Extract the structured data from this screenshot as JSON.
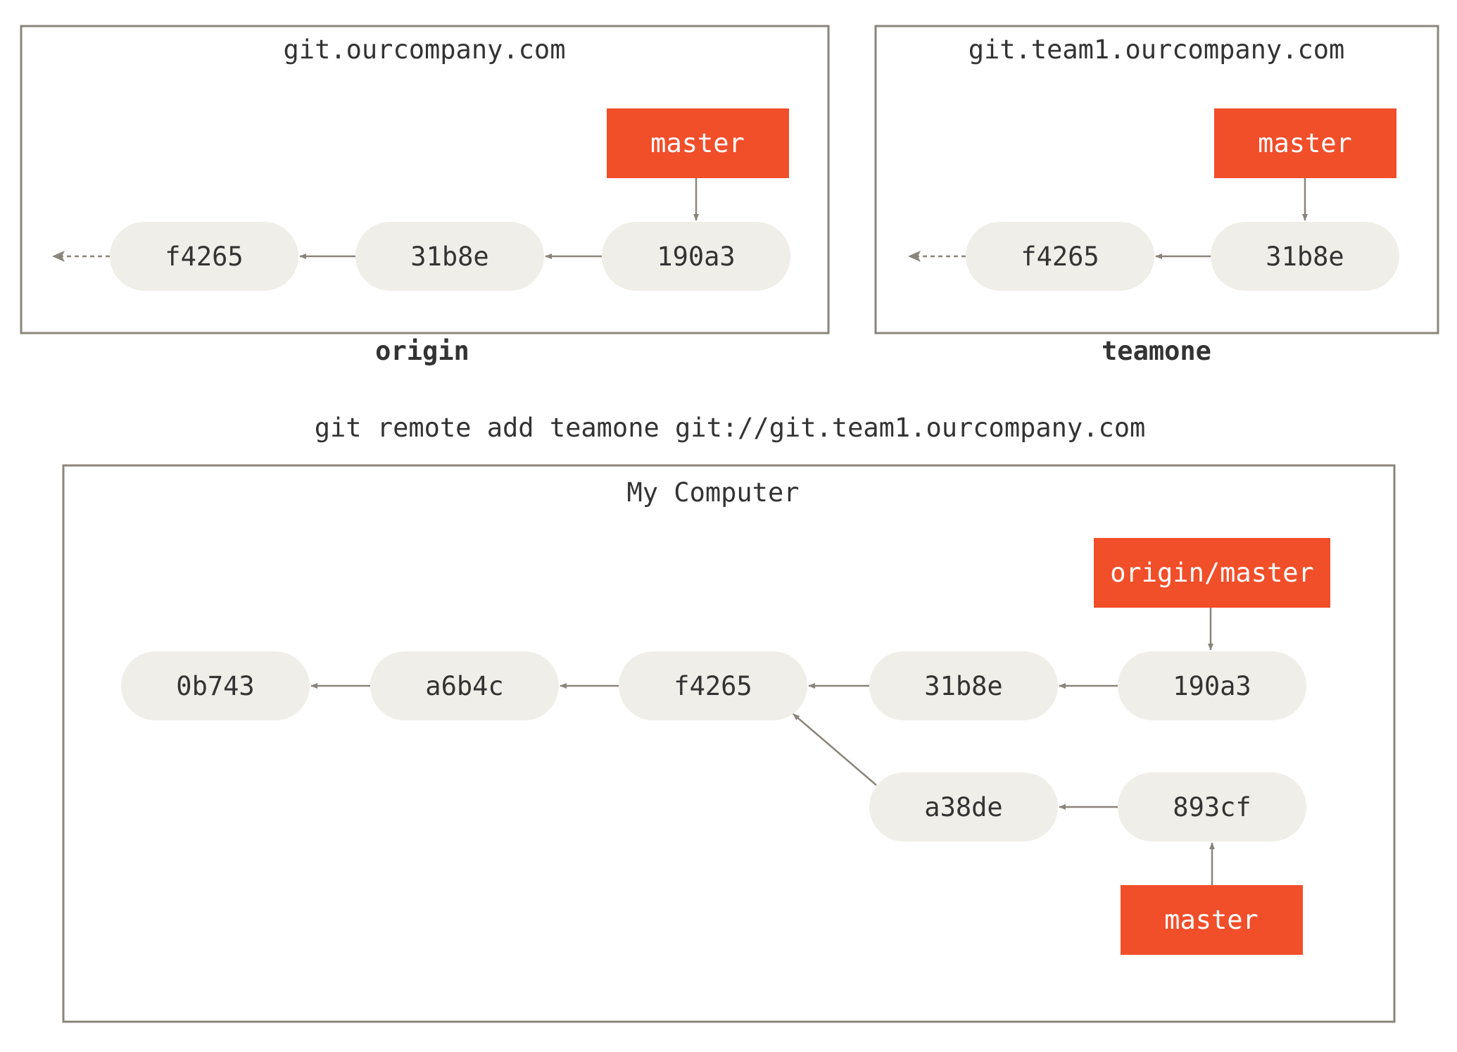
{
  "colors": {
    "box_border": "#8a857c",
    "commit_fill": "#efeee8",
    "branch_fill": "#f14e2a",
    "arrow": "#8a857c",
    "text": "#333333"
  },
  "origin": {
    "host": "git.ourcompany.com",
    "name": "origin",
    "commits": [
      "f4265",
      "31b8e",
      "190a3"
    ],
    "branch": "master"
  },
  "teamone": {
    "host": "git.team1.ourcompany.com",
    "name": "teamone",
    "commits": [
      "f4265",
      "31b8e"
    ],
    "branch": "master"
  },
  "command": "git remote add teamone git://git.team1.ourcompany.com",
  "local": {
    "title": "My Computer",
    "main_commits": [
      "0b743",
      "a6b4c",
      "f4265",
      "31b8e",
      "190a3"
    ],
    "branch_commits": [
      "a38de",
      "893cf"
    ],
    "remote_branch": "origin/master",
    "branch": "master"
  }
}
